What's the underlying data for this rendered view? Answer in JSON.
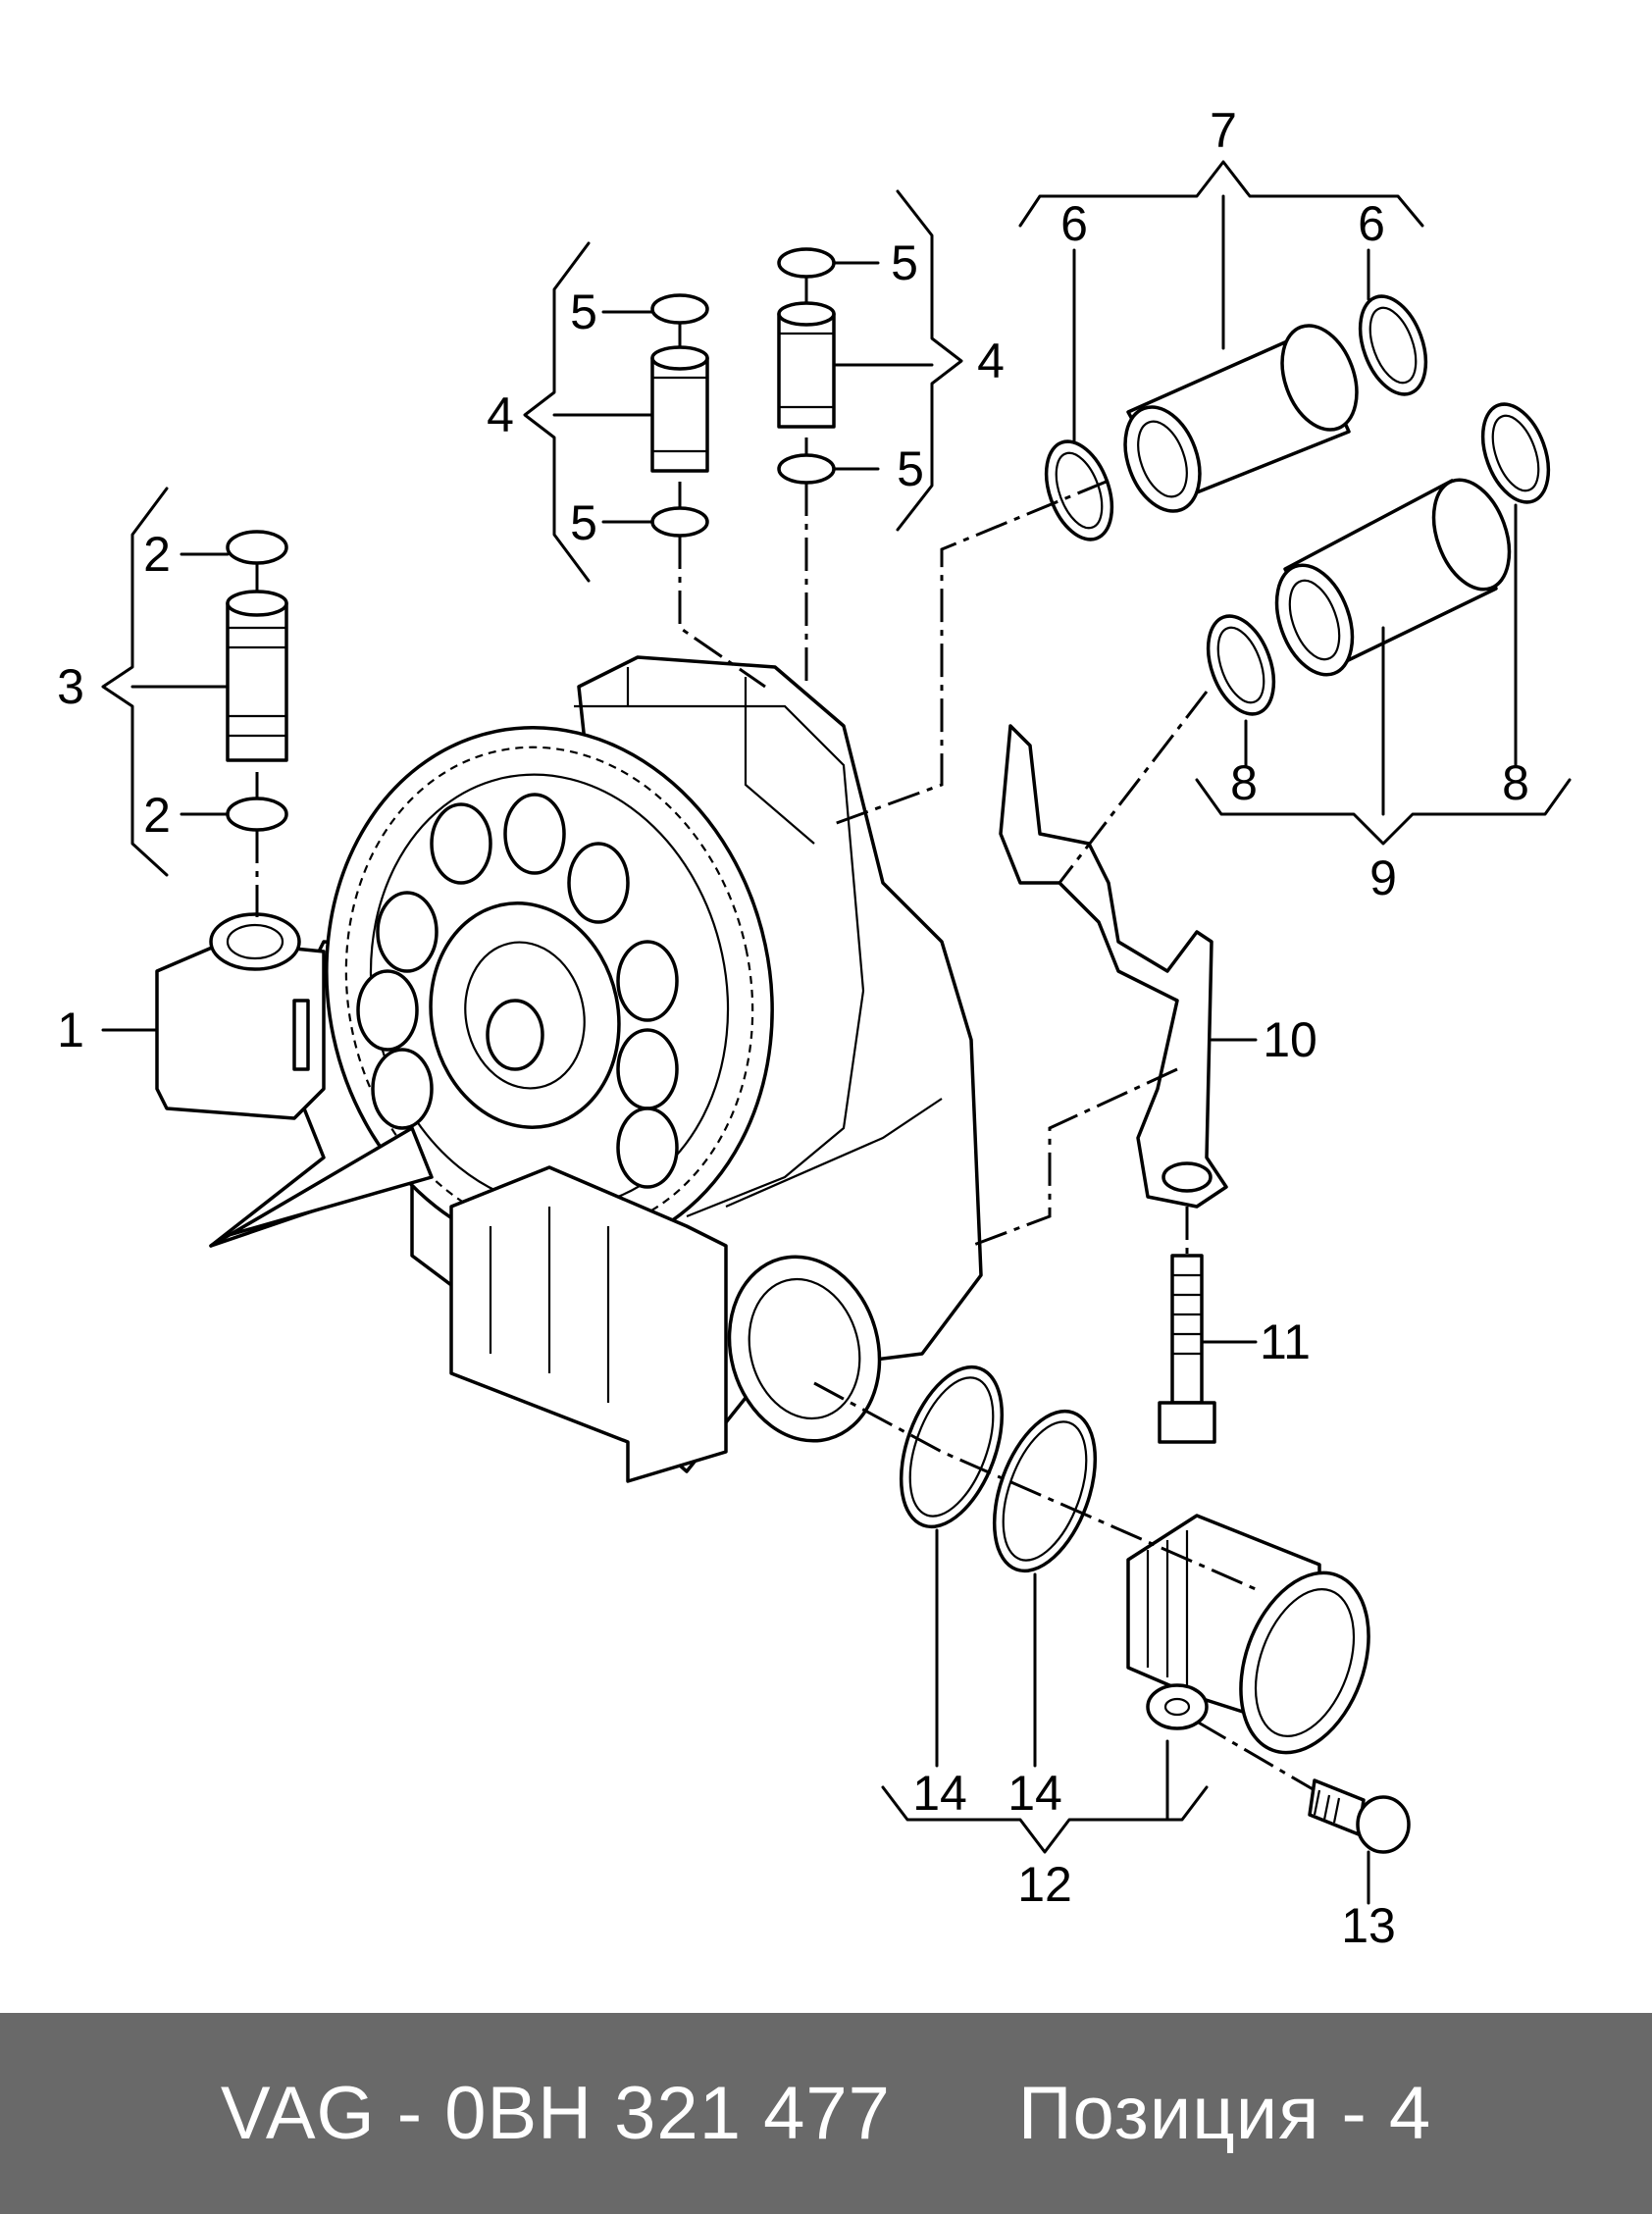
{
  "labels": {
    "p1": "1",
    "p2a": "2",
    "p2b": "2",
    "p3": "3",
    "p4a": "4",
    "p4b": "4",
    "p5a": "5",
    "p5b": "5",
    "p5c": "5",
    "p5d": "5",
    "p6a": "6",
    "p6b": "6",
    "p7": "7",
    "p8a": "8",
    "p8b": "8",
    "p9": "9",
    "p10": "10",
    "p11": "11",
    "p12": "12",
    "p13": "13",
    "p14a": "14",
    "p14b": "14"
  },
  "footer": {
    "part_number": "VAG - 0BH 321 477",
    "position": "Позиция - 4"
  },
  "colors": {
    "footer_background": "#696969",
    "footer_text": "#ffffff",
    "line": "#000000"
  }
}
